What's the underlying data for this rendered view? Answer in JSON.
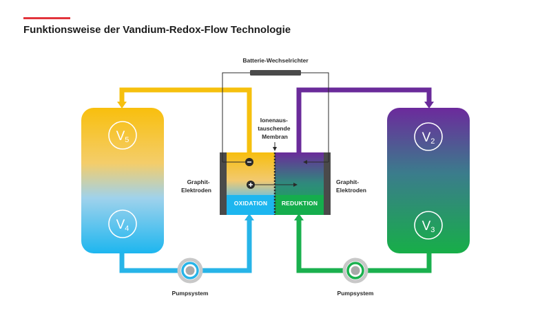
{
  "title": "Funktionsweise der Vandium-Redox-Flow Technologie",
  "inverter_label": "Batterie-Wechselrichter",
  "membrane_label": [
    "Ionenaus-",
    "tauschende",
    "Membran"
  ],
  "electrode_label_left": [
    "Graphit-",
    "Elektroden"
  ],
  "electrode_label_right": [
    "Graphit-",
    "Elektroden"
  ],
  "oxidation_label": "OXIDATION",
  "reduction_label": "REDUKTION",
  "pump_label_left": "Pumpsystem",
  "pump_label_right": "Pumpsystem",
  "tank_left": {
    "top": {
      "element": "V",
      "index": "5"
    },
    "bottom": {
      "element": "V",
      "index": "4"
    }
  },
  "tank_right": {
    "top": {
      "element": "V",
      "index": "2"
    },
    "bottom": {
      "element": "V",
      "index": "3"
    }
  },
  "colors": {
    "accent": "#e2333b",
    "yellow": "#f6c00e",
    "blue": "#27b4e8",
    "purple": "#6a2b9a",
    "green": "#1ab04e",
    "electrode": "#4a4a4a",
    "pump_ring": "#c8c8c8"
  }
}
